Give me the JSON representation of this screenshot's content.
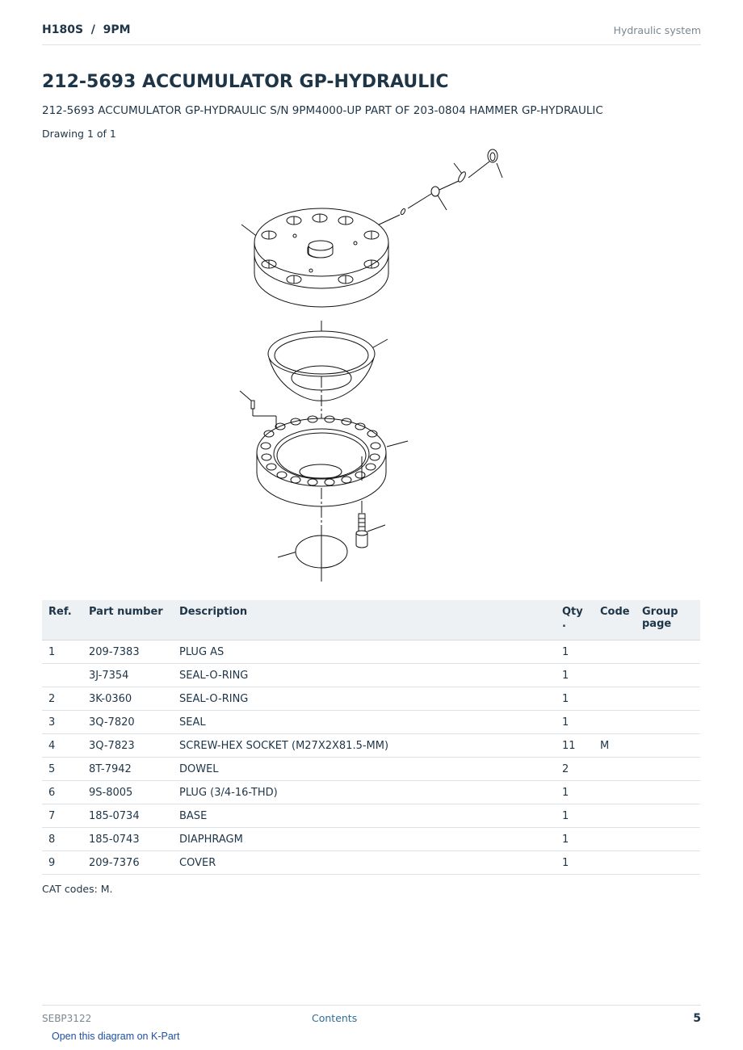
{
  "header": {
    "model": "H180S  /  9PM",
    "section": "Hydraulic system"
  },
  "title": "212-5693 ACCUMULATOR GP-HYDRAULIC",
  "subtitle": "212-5693 ACCUMULATOR GP-HYDRAULIC S/N 9PM4000-UP PART OF 203-0804 HAMMER GP-HYDRAULIC",
  "drawing_count": "Drawing 1 of 1",
  "table": {
    "headers": {
      "ref": "Ref.",
      "part_number": "Part number",
      "description": "Description",
      "qty": "Qty\n.",
      "code": "Code",
      "group_page": "Group\npage"
    },
    "rows": [
      {
        "ref": "1",
        "part_number": "209-7383",
        "description": "PLUG AS",
        "qty": "1",
        "code": "",
        "group_page": ""
      },
      {
        "ref": "",
        "part_number": "3J-7354",
        "description": "SEAL-O-RING",
        "qty": "1",
        "code": "",
        "group_page": ""
      },
      {
        "ref": "2",
        "part_number": "3K-0360",
        "description": "SEAL-O-RING",
        "qty": "1",
        "code": "",
        "group_page": ""
      },
      {
        "ref": "3",
        "part_number": "3Q-7820",
        "description": "SEAL",
        "qty": "1",
        "code": "",
        "group_page": ""
      },
      {
        "ref": "4",
        "part_number": "3Q-7823",
        "description": "SCREW-HEX SOCKET (M27X2X81.5-MM)",
        "qty": "11",
        "code": "M",
        "group_page": ""
      },
      {
        "ref": "5",
        "part_number": "8T-7942",
        "description": "DOWEL",
        "qty": "2",
        "code": "",
        "group_page": ""
      },
      {
        "ref": "6",
        "part_number": "9S-8005",
        "description": "PLUG (3/4-16-THD)",
        "qty": "1",
        "code": "",
        "group_page": ""
      },
      {
        "ref": "7",
        "part_number": "185-0734",
        "description": "BASE",
        "qty": "1",
        "code": "",
        "group_page": ""
      },
      {
        "ref": "8",
        "part_number": "185-0743",
        "description": "DIAPHRAGM",
        "qty": "1",
        "code": "",
        "group_page": ""
      },
      {
        "ref": "9",
        "part_number": "209-7376",
        "description": "COVER",
        "qty": "1",
        "code": "",
        "group_page": ""
      }
    ]
  },
  "cat_codes": "CAT codes: M.",
  "footer": {
    "doc_number": "SEBP3122",
    "contents_link": "Contents",
    "page_number": "5"
  },
  "kpart_link": "Open this diagram on K-Part",
  "colors": {
    "text": "#1e3548",
    "muted": "#7a8791",
    "header_bg": "#eef1f4",
    "link": "#2e6d96"
  }
}
